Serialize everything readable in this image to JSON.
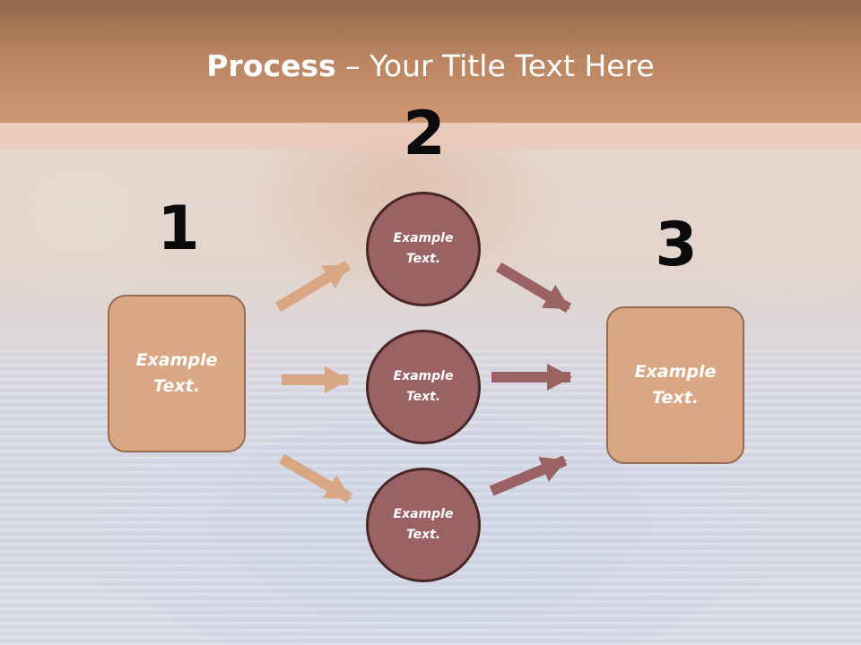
{
  "title": {
    "bold": "Process",
    "rest": " – Your Title Text Here"
  },
  "steps": {
    "one": "1",
    "two": "2",
    "three": "3"
  },
  "left_box": {
    "text": "Example\nText."
  },
  "right_box": {
    "text": "Example\nText."
  },
  "circles": [
    {
      "text": "Example\nText."
    },
    {
      "text": "Example\nText."
    },
    {
      "text": "Example\nText."
    }
  ],
  "colors": {
    "header": "#c08a66",
    "box_fill": "#d9a784",
    "box_border": "#946a52",
    "circle_fill": "#9b6263",
    "circle_border": "#4a2727",
    "arrow_left": "#d9a784",
    "arrow_right": "#9b6263"
  }
}
